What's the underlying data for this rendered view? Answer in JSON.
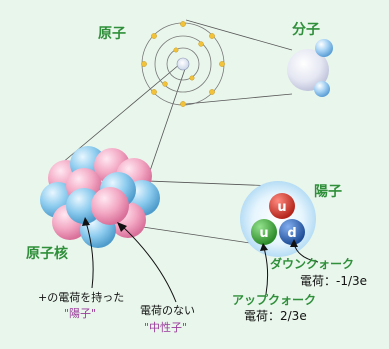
{
  "labels": {
    "atom": "原子",
    "molecule": "分子",
    "nucleus": "原子核",
    "proton": "陽子",
    "down_quark": "ダウンクォーク",
    "down_charge": "電荷：-1/3e",
    "up_quark": "アップクォーク",
    "up_charge": "電荷：2/3e",
    "proton_note_line1": "+の電荷を持った",
    "proton_note_line2": "\"陽子\"",
    "neutron_note_line1": "電荷のない",
    "neutron_note_line2": "\"中性子\"",
    "quark_u1": "u",
    "quark_u2": "u",
    "quark_d": "d"
  },
  "colors": {
    "background": "#e9f6ec",
    "green_text": "#2f8f3a",
    "purple_text": "#9b3b9b",
    "proton_pink": "#f3a9c4",
    "neutron_blue": "#8ccbee",
    "quark_red": "#d9362b",
    "quark_green": "#3ea63a",
    "quark_blue": "#2c63b5"
  }
}
